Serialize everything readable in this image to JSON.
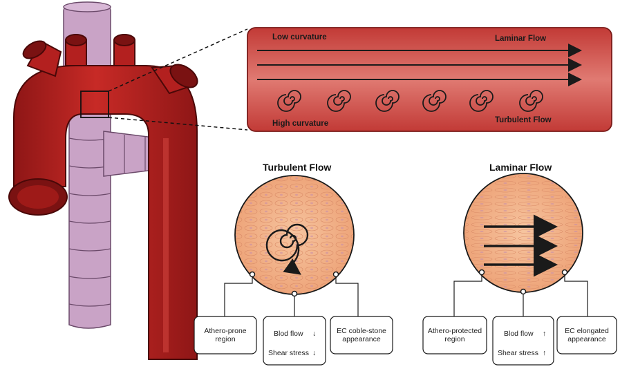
{
  "zoom_box": {
    "low_curvature": "Low curvature",
    "high_curvature": "High curvature",
    "laminar_flow": "Laminar Flow",
    "turbulent_flow": "Turbulent Flow"
  },
  "turbulent_panel": {
    "title": "Turbulent Flow",
    "callouts": {
      "left": "Athero-prone region",
      "middle_line1": "Blod flow",
      "middle_line2": "Shear stress",
      "right": "EC coble-stone appearance"
    },
    "arrows": {
      "blood_flow": "↓",
      "shear_stress": "↓"
    }
  },
  "laminar_panel": {
    "title": "Laminar Flow",
    "callouts": {
      "left": "Athero-protected region",
      "middle_line1": "Blod flow",
      "middle_line2": "Shear stress",
      "right": "EC elongated appearance"
    },
    "arrows": {
      "blood_flow": "↑",
      "shear_stress": "↑"
    }
  },
  "colors": {
    "aorta_red": "#b3201f",
    "aorta_dark": "#7a1212",
    "trachea_pink": "#c9a3c6",
    "zoom_fill": "#d9534f",
    "tissue": "#f2b48c"
  }
}
